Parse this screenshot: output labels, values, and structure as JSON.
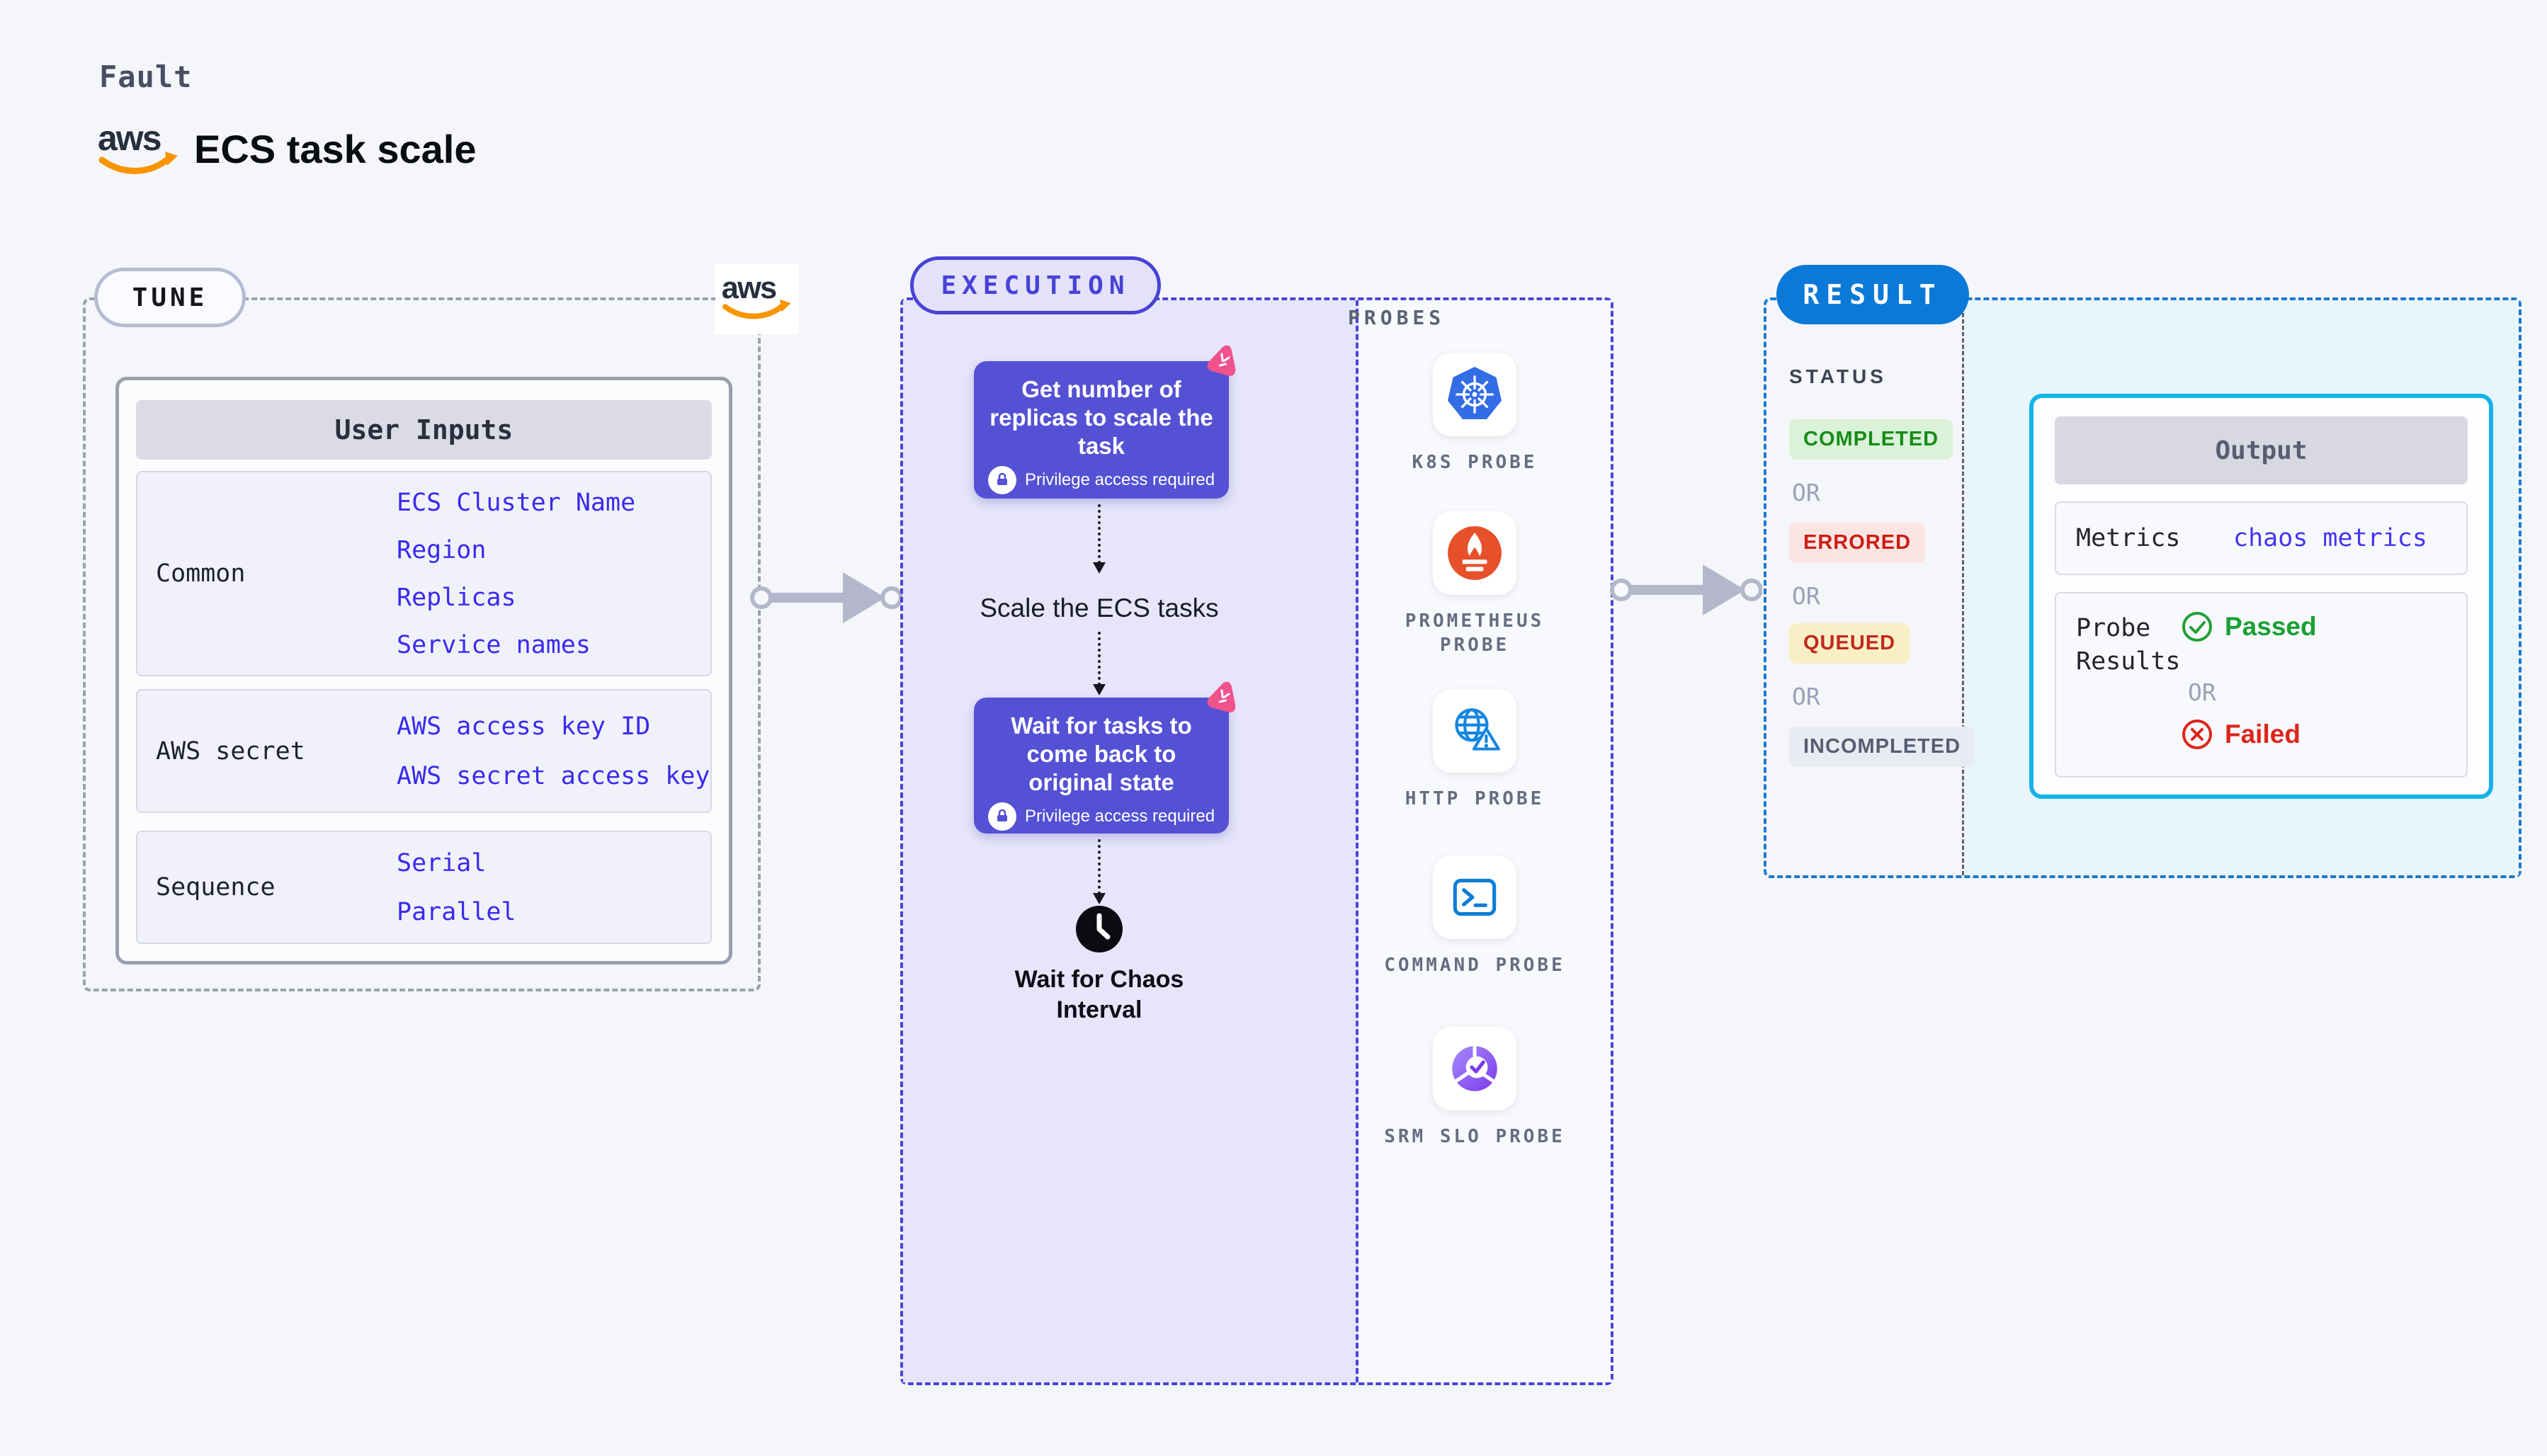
{
  "header": {
    "kicker": "Fault",
    "title": "ECS task scale",
    "logo_text": "aws"
  },
  "tune": {
    "pill": "TUNE",
    "corner_logo_text": "aws",
    "table": {
      "header": "User Inputs",
      "rows": [
        {
          "label": "Common",
          "values": [
            "ECS Cluster Name",
            "Region",
            "Replicas",
            "Service names"
          ]
        },
        {
          "label": "AWS secret",
          "values": [
            "AWS access key ID",
            "AWS secret access key"
          ]
        },
        {
          "label": "Sequence",
          "values": [
            "Serial",
            "Parallel"
          ]
        }
      ]
    }
  },
  "execution": {
    "pill": "EXECUTION",
    "step1": {
      "title": "Get number of replicas to scale the task",
      "badge": "Privilege access required",
      "icon": "lock-icon",
      "corner_icon": "chaos-badge-icon"
    },
    "step2": {
      "title": "Scale the ECS tasks"
    },
    "step3": {
      "title": "Wait for tasks to come back to original state",
      "badge": "Privilege access required",
      "icon": "lock-icon",
      "corner_icon": "chaos-badge-icon"
    },
    "step4": {
      "title": "Wait for Chaos Interval",
      "icon": "clock-icon"
    }
  },
  "probes": {
    "title": "PROBES",
    "items": [
      {
        "label": "K8S PROBE",
        "icon": "kubernetes-icon",
        "color": "#326de6"
      },
      {
        "label": "PROMETHEUS PROBE",
        "icon": "prometheus-icon",
        "color": "#e6512c"
      },
      {
        "label": "HTTP PROBE",
        "icon": "http-globe-icon",
        "color": "#1486e0"
      },
      {
        "label": "COMMAND PROBE",
        "icon": "terminal-icon",
        "color": "#0d7ed8"
      },
      {
        "label": "SRM SLO PROBE",
        "icon": "slo-pie-icon",
        "color": "#7c3aed"
      }
    ]
  },
  "result": {
    "pill": "RESULT",
    "status_title": "STATUS",
    "or_label": "OR",
    "statuses": [
      {
        "label": "COMPLETED",
        "text_color": "#178c17",
        "bg_color": "#daf2d8"
      },
      {
        "label": "ERRORED",
        "text_color": "#cc1d15",
        "bg_color": "#fbe5e3"
      },
      {
        "label": "QUEUED",
        "text_color": "#c0281e",
        "bg_color": "#f9efc6"
      },
      {
        "label": "INCOMPLETED",
        "text_color": "#575e73",
        "bg_color": "#e9ebf3"
      }
    ],
    "output": {
      "header": "Output",
      "metrics_label": "Metrics",
      "metrics_value": "chaos metrics",
      "probe_results_label": "Probe Results",
      "passed": "Passed",
      "failed": "Failed",
      "passed_icon": "check-circle-icon",
      "failed_icon": "x-circle-icon"
    }
  },
  "colors": {
    "page_bg": "#f5f6fa",
    "tune_dash": "#99a2ad",
    "execution_dash": "#4a44d8",
    "execution_fill": "#e6e5f9",
    "step_purple": "#5451d4",
    "chaos_pink": "#f0538c",
    "result_dash": "#1b79d2",
    "result_pill_blue": "#0b79d8",
    "result_fill": "#e8f6fc",
    "output_border": "#14b2e8",
    "input_value_blue": "#3a2af0",
    "aws_orange": "#f79400",
    "passed_green": "#18a034",
    "failed_red": "#dd251b",
    "arrow_gray": "#b4b6c9"
  }
}
